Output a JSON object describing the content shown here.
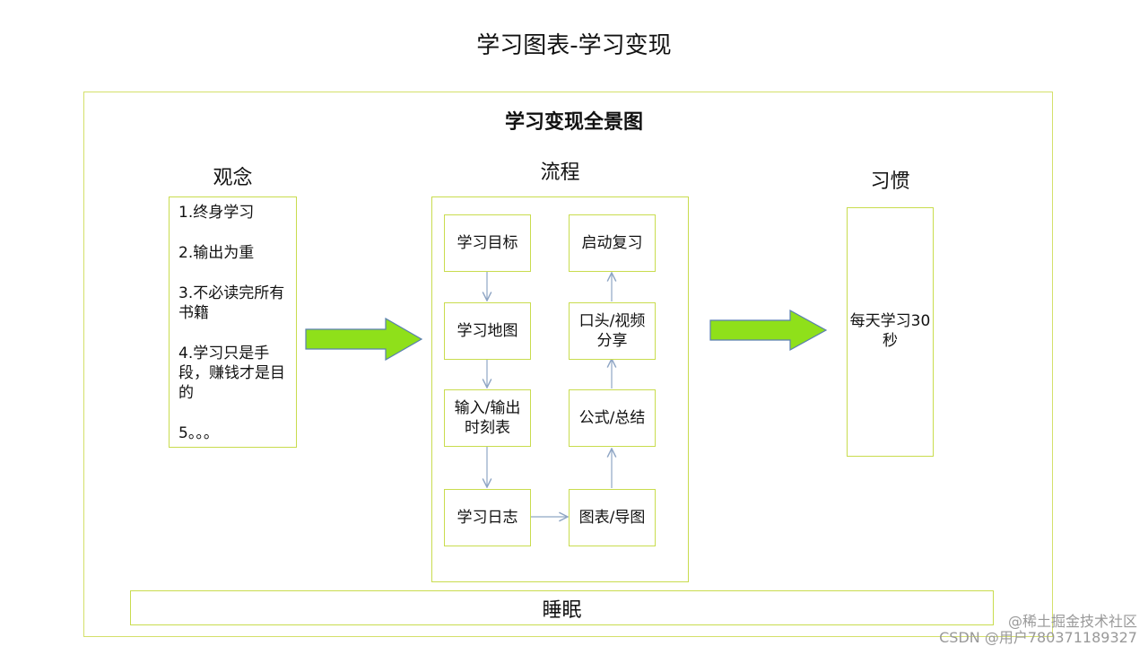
{
  "page_title": "学习图表-学习变现",
  "diagram_title": "学习变现全景图",
  "sections": {
    "concepts": {
      "heading": "观念",
      "items": [
        "1.终身学习",
        "2.输出为重",
        "3.不必读完所有书籍",
        "4.学习只是手段，赚钱才是目的",
        "5。。。"
      ]
    },
    "process": {
      "heading": "流程",
      "left_steps": [
        "学习目标",
        "学习地图",
        "输入/输出时刻表",
        "学习日志"
      ],
      "right_steps": [
        "启动复习",
        "口头/视频分享",
        "公式/总结",
        "图表/导图"
      ]
    },
    "habits": {
      "heading": "习惯",
      "text": "每天学习30秒"
    },
    "foundation": "睡眠"
  },
  "watermark": {
    "line1": "@稀土掘金技术社区",
    "line2": "CSDN @用户780371189327"
  },
  "colors": {
    "arrow_fill": "#8fe01a",
    "arrow_stroke": "#5a7fb0",
    "box_border": "#c9dc4e",
    "connector": "#8fa6c4"
  }
}
